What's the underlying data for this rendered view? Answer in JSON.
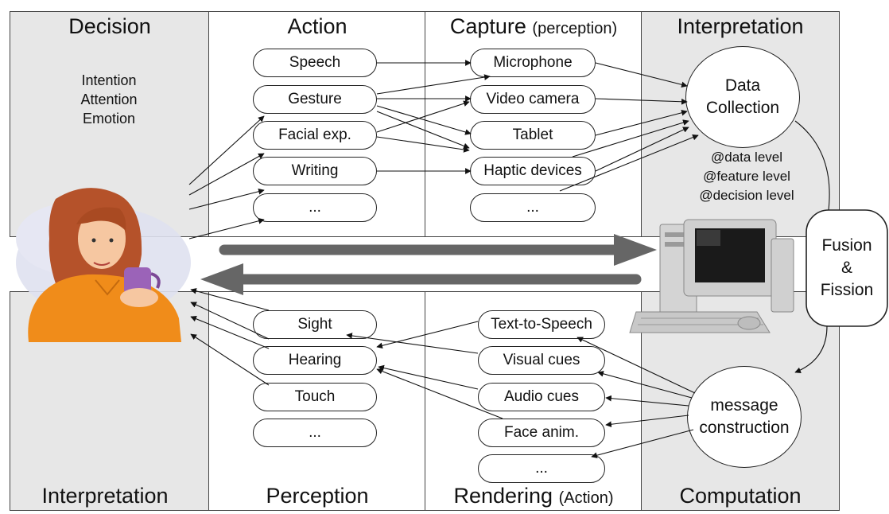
{
  "top": {
    "decision": {
      "title": "Decision",
      "lines": [
        "Intention",
        "Attention",
        "Emotion"
      ]
    },
    "action": {
      "title": "Action",
      "items": [
        "Speech",
        "Gesture",
        "Facial exp.",
        "Writing",
        "..."
      ]
    },
    "capture": {
      "title": "Capture",
      "subtitle": "(perception)",
      "items": [
        "Microphone",
        "Video camera",
        "Tablet",
        "Haptic devices",
        "..."
      ]
    },
    "interpretation": {
      "title": "Interpretation",
      "node_line1": "Data",
      "node_line2": "Collection",
      "levels": [
        "@data level",
        "@feature level",
        "@decision level"
      ]
    }
  },
  "bottom": {
    "interpretation": {
      "title": "Interpretation"
    },
    "perception": {
      "title": "Perception",
      "items": [
        "Sight",
        "Hearing",
        "Touch",
        "..."
      ]
    },
    "rendering": {
      "title": "Rendering",
      "subtitle": "(Action)",
      "items": [
        "Text-to-Speech",
        "Visual cues",
        "Audio cues",
        "Face anim.",
        "..."
      ]
    },
    "computation": {
      "title": "Computation",
      "node_line1": "message",
      "node_line2": "construction"
    }
  },
  "fusion": {
    "line1": "Fusion",
    "line2": "&",
    "line3": "Fission"
  },
  "illustrations": [
    "woman-with-cup",
    "desktop-computer"
  ],
  "colors": {
    "panel_grey": "#e7e7e7",
    "flow_arrow": "#666666",
    "outline": "#222222",
    "sweater": "#f08c1a",
    "hair": "#b5522a"
  }
}
